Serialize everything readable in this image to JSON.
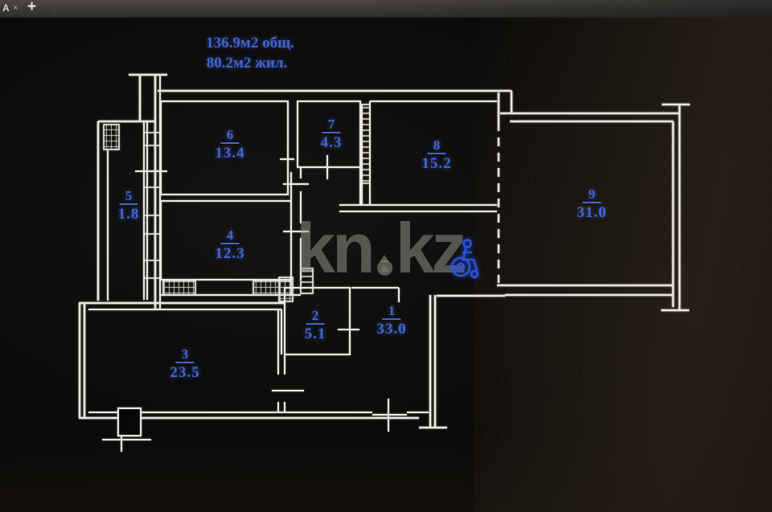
{
  "browser_bar": {
    "tab_title": "A",
    "close_label": "×",
    "new_tab_label": "+"
  },
  "plan_header": {
    "total_area": "136.9м2 общ.",
    "living_area": "80.2м2 жил."
  },
  "rooms": [
    {
      "number": "1",
      "area": "33.0"
    },
    {
      "number": "2",
      "area": "5.1"
    },
    {
      "number": "3",
      "area": "23.5"
    },
    {
      "number": "4",
      "area": "12.3"
    },
    {
      "number": "5",
      "area": "1.8"
    },
    {
      "number": "6",
      "area": "13.4"
    },
    {
      "number": "7",
      "area": "4.3"
    },
    {
      "number": "8",
      "area": "15.2"
    },
    {
      "number": "9",
      "area": "31.0"
    }
  ],
  "watermark": {
    "left": "kn",
    "right": "kz",
    "pin_house": "⌂"
  },
  "colors": {
    "label_blue": "#4466cd",
    "wall_white": "#e9e7e0",
    "watermark_gray": "#989692",
    "wheelchair_blue": "#2b52d8"
  }
}
